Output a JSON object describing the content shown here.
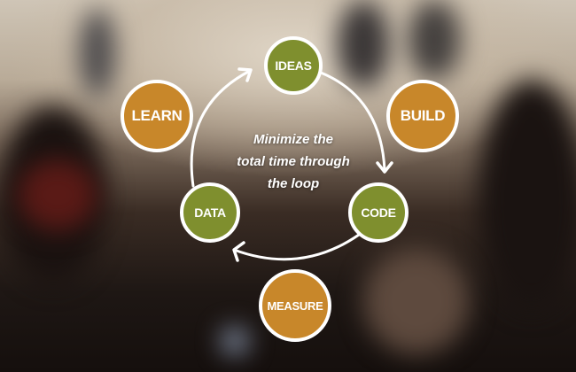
{
  "diagram": {
    "title": "Minimize the total time through the loop",
    "center_text_lines": [
      "Minimize the",
      "total time through",
      "the loop"
    ],
    "colors": {
      "green": "#7f8f2e",
      "orange": "#c8872a",
      "stroke": "#ffffff"
    },
    "loop_nodes": [
      {
        "id": "ideas",
        "label": "IDEAS",
        "color": "green"
      },
      {
        "id": "code",
        "label": "CODE",
        "color": "green"
      },
      {
        "id": "data",
        "label": "DATA",
        "color": "green"
      }
    ],
    "stage_nodes": [
      {
        "id": "build",
        "label": "BUILD",
        "color": "orange"
      },
      {
        "id": "measure",
        "label": "MEASURE",
        "color": "orange"
      },
      {
        "id": "learn",
        "label": "LEARN",
        "color": "orange"
      }
    ],
    "edges": [
      {
        "from": "IDEAS",
        "to": "CODE",
        "via": "BUILD"
      },
      {
        "from": "CODE",
        "to": "DATA",
        "via": "MEASURE"
      },
      {
        "from": "DATA",
        "to": "IDEAS",
        "via": "LEARN"
      }
    ]
  }
}
